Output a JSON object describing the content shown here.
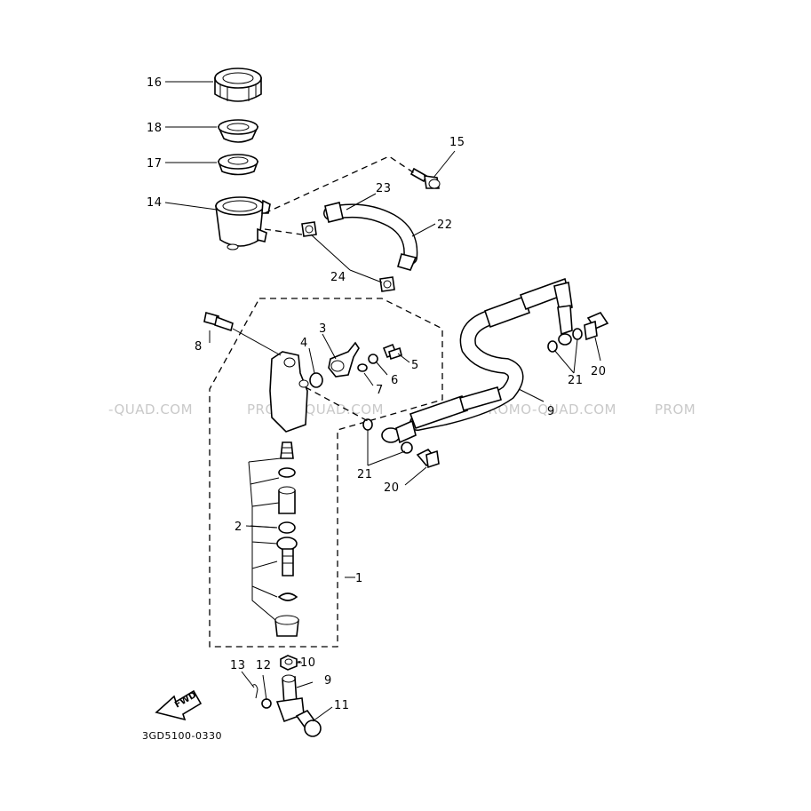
{
  "watermarks": [
    "-QUAD.COM",
    "PROMO-QUAD.COM",
    "PROMO-QUAD.COM",
    "PROM"
  ],
  "callouts": {
    "c1": "1",
    "c2": "2",
    "c3": "3",
    "c4": "4",
    "c5": "5",
    "c6": "6",
    "c7": "7",
    "c8": "8",
    "c9a": "9",
    "c9b": "9",
    "c10": "10",
    "c11": "11",
    "c12": "12",
    "c13": "13",
    "c14": "14",
    "c15": "15",
    "c16": "16",
    "c17": "17",
    "c18": "18",
    "c20a": "20",
    "c20b": "20",
    "c21a": "21",
    "c21b": "21",
    "c22": "22",
    "c23": "23",
    "c24": "24"
  },
  "fwd_label": "FWD",
  "diagram_code": "3GD5100-0330"
}
